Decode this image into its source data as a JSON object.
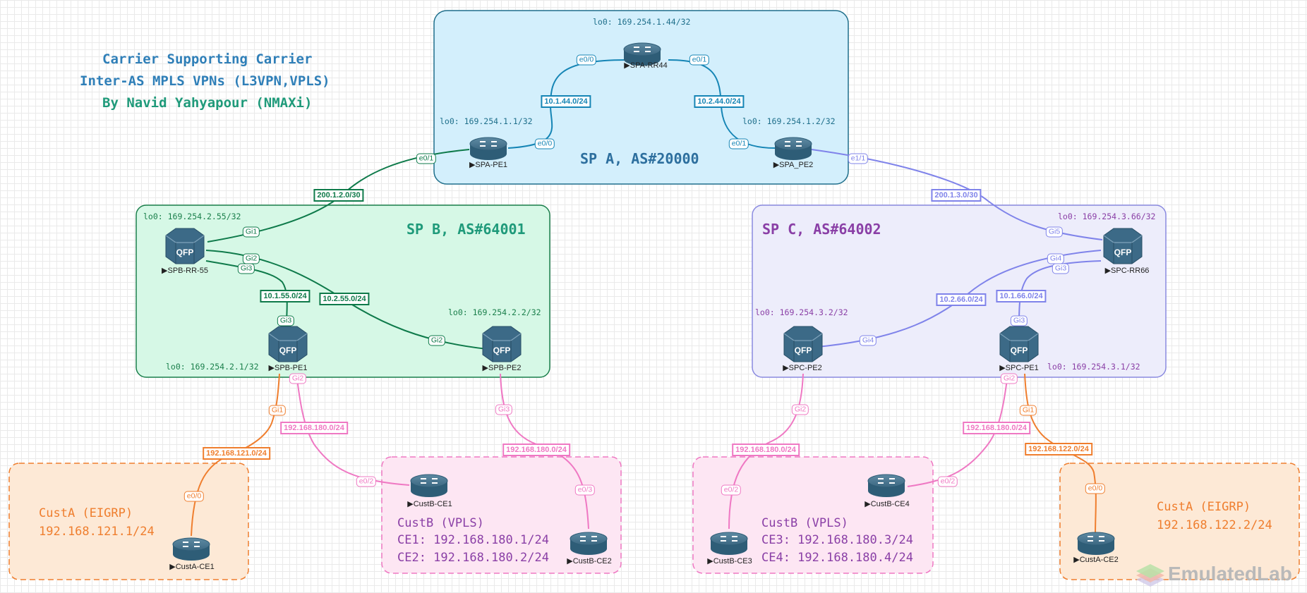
{
  "title": {
    "line1": "Carrier Supporting Carrier",
    "line2": "Inter-AS MPLS VPNs (L3VPN,VPLS)",
    "line3": "By Navid Yahyapour (NMAXi)"
  },
  "zones": {
    "sp_a": "SP A, AS#20000",
    "sp_b": "SP B, AS#64001",
    "sp_c": "SP C, AS#64002"
  },
  "loopbacks": {
    "spa_rr44": "lo0: 169.254.1.44/32",
    "spa_pe1": "lo0: 169.254.1.1/32",
    "spa_pe2": "lo0: 169.254.1.2/32",
    "spb_rr55": "lo0: 169.254.2.55/32",
    "spb_pe1": "lo0: 169.254.2.1/32",
    "spb_pe2": "lo0: 169.254.2.2/32",
    "spc_rr66": "lo0: 169.254.3.66/32",
    "spc_pe2": "lo0: 169.254.3.2/32",
    "spc_pe1": "lo0: 169.254.3.1/32"
  },
  "devices": {
    "spa_rr44": "SPA-RR44",
    "spa_pe1": "SPA-PE1",
    "spa_pe2": "SPA_PE2",
    "spb_rr55": "SPB-RR-55",
    "spb_pe1": "SPB-PE1",
    "spb_pe2": "SPB-PE2",
    "spc_rr66": "SPC-RR66",
    "spc_pe2": "SPC-PE2",
    "spc_pe1": "SPC-PE1",
    "custb_ce1": "CustB-CE1",
    "custb_ce2": "CustB-CE2",
    "custb_ce3": "CustB-CE3",
    "custb_ce4": "CustB-CE4",
    "custa_ce1": "CustA-CE1",
    "custa_ce2": "CustA-CE2"
  },
  "networks": {
    "n_10_1_44": "10.1.44.0/24",
    "n_10_2_44": "10.2.44.0/24",
    "n_200_1_2": "200.1.2.0/30",
    "n_200_1_3": "200.1.3.0/30",
    "n_10_1_55": "10.1.55.0/24",
    "n_10_2_55": "10.2.55.0/24",
    "n_10_2_66": "10.2.66.0/24",
    "n_10_1_66": "10.1.66.0/24",
    "n_121": "192.168.121.0/24",
    "n_180_a": "192.168.180.0/24",
    "n_180_b": "192.168.180.0/24",
    "n_180_c": "192.168.180.0/24",
    "n_180_d": "192.168.180.0/24",
    "n_122": "192.168.122.0/24"
  },
  "interfaces": {
    "spa_rr44_e00": "e0/0",
    "spa_rr44_e01": "e0/1",
    "spa_pe1_e00": "e0/0",
    "spa_pe1_e01": "e0/1",
    "spa_pe2_e01": "e0/1",
    "spa_pe2_e11": "e1/1",
    "spb_rr55_gi1": "Gi1",
    "spb_rr55_gi2": "Gi2",
    "spb_rr55_gi3": "Gi3",
    "spb_pe1_gi3": "Gi3",
    "spb_pe1_gi1": "Gi1",
    "spb_pe1_gi2": "Gi2",
    "spb_pe2_gi2": "Gi2",
    "spb_pe2_gi3": "Gi3",
    "spc_rr66_gi5": "Gi5",
    "spc_rr66_gi4": "Gi4",
    "spc_rr66_gi3": "Gi3",
    "spc_pe1_gi3": "Gi3",
    "spc_pe1_gi2": "Gi2",
    "spc_pe1_gi1": "Gi1",
    "spc_pe2_gi4": "Gi4",
    "spc_pe2_gi2": "Gi2",
    "custa_ce1_e00": "e0/0",
    "custb_ce1_e02": "e0/2",
    "custb_ce2_e03": "e0/3",
    "custb_ce3_e02": "e0/2",
    "custb_ce4_e02": "e0/2",
    "custa_ce2_e00": "e0/0"
  },
  "customers": {
    "custa_left_title": "CustA (EIGRP)",
    "custa_left_ip": "192.168.121.1/24",
    "custb_left_title": "CustB (VPLS)",
    "custb_left_ce1": "CE1: 192.168.180.1/24",
    "custb_left_ce2": "CE2: 192.168.180.2/24",
    "custb_right_title": "CustB (VPLS)",
    "custb_right_ce3": "CE3: 192.168.180.3/24",
    "custb_right_ce4": "CE4: 192.168.180.4/24",
    "custa_right_title": "CustA (EIGRP)",
    "custa_right_ip": "192.168.122.2/24"
  },
  "watermark": "EmulatedLab",
  "colors": {
    "title_blue": "#2f7fb8",
    "title_green": "#1f9a7a",
    "spa_fill": "#d3effc",
    "spa_stroke": "#1f6f8b",
    "spb_fill": "#d6f8e6",
    "spb_stroke": "#1a7f4b",
    "spc_fill": "#ededfb",
    "spc_stroke": "#8a8ae0",
    "link_spa": "#1585b5",
    "link_spb": "#0e7a4a",
    "link_spc": "#7f83ea",
    "custa": "#ef7e2e",
    "custb": "#ef78c3",
    "custb_text": "#8a3fa6"
  }
}
